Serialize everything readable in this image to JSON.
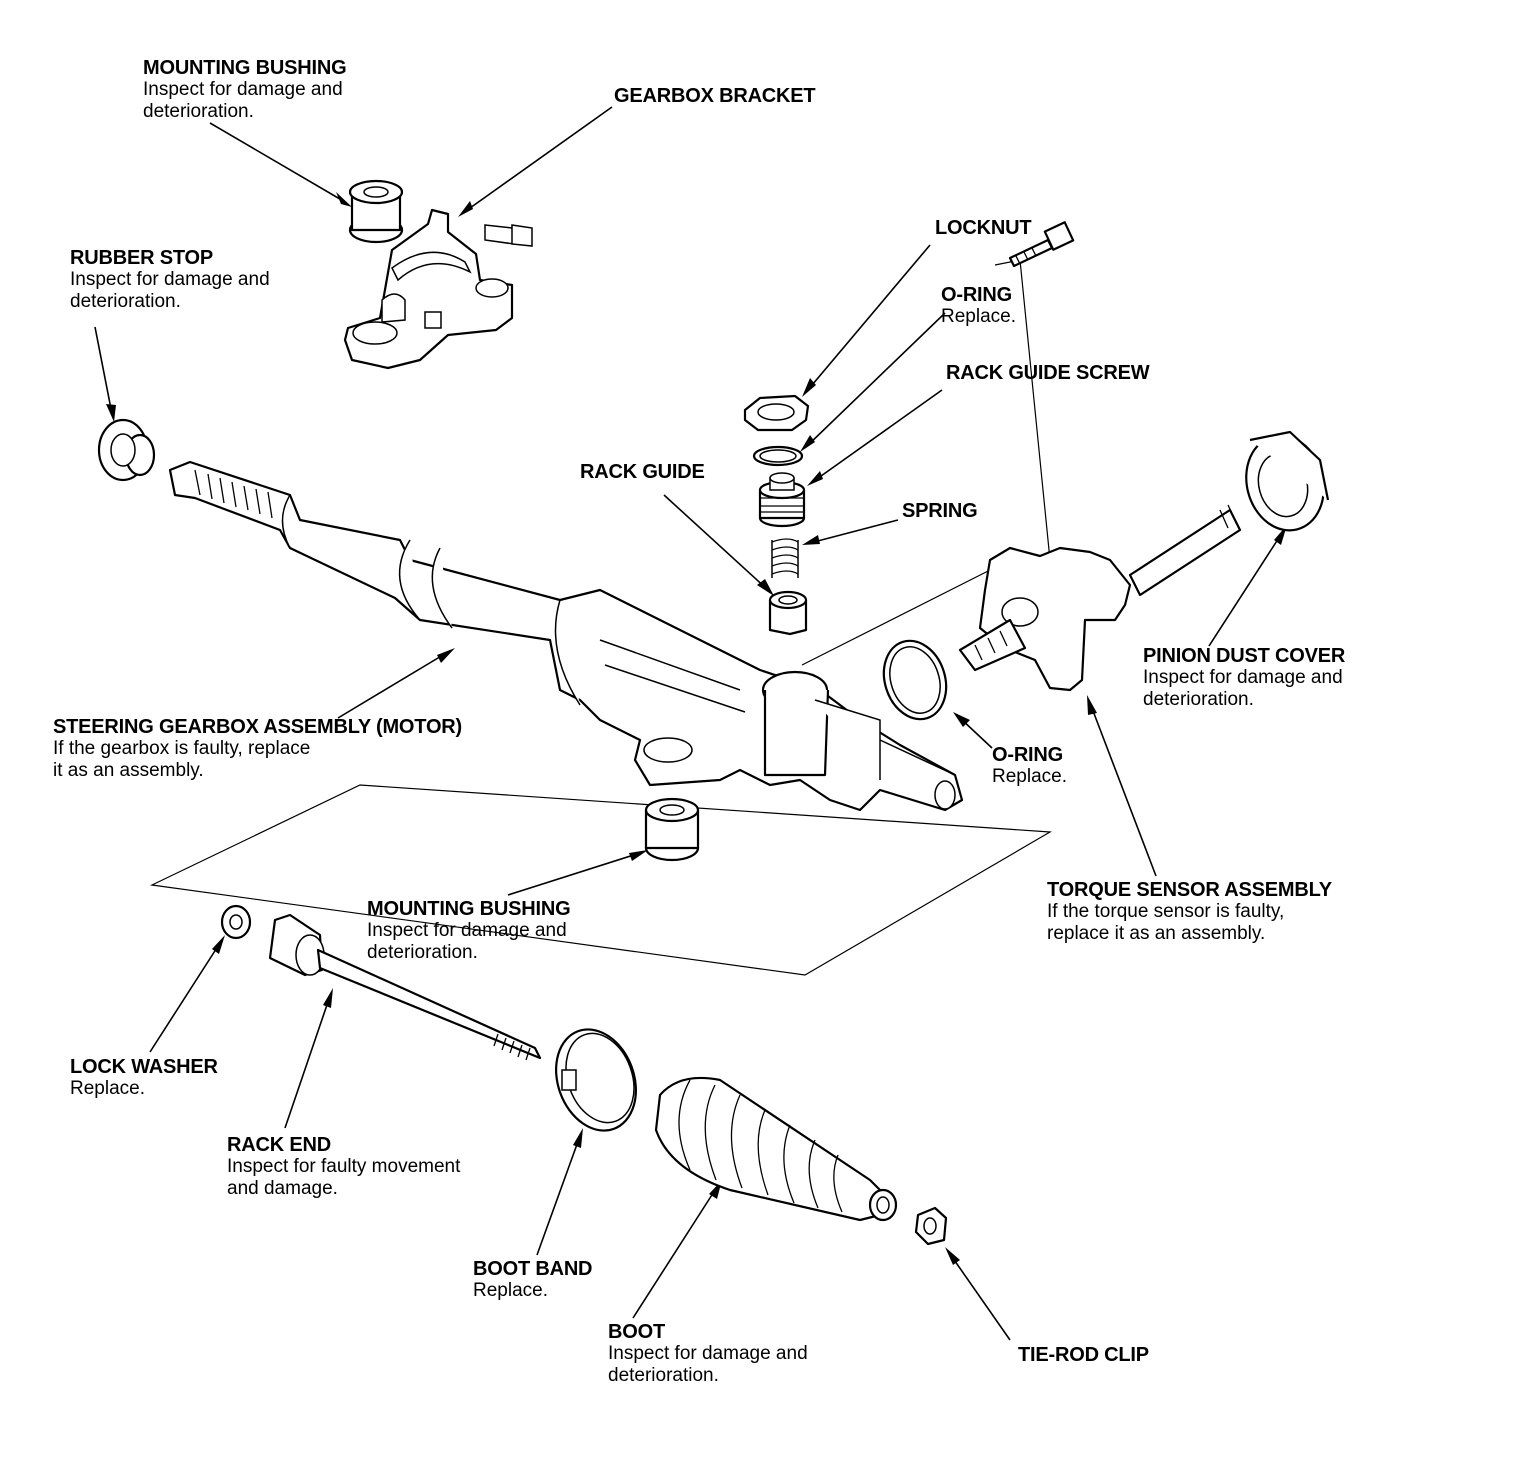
{
  "callouts": {
    "mounting_bushing_top": {
      "name": "MOUNTING BUSHING",
      "note": "Inspect for damage and\ndeterioration."
    },
    "gearbox_bracket": {
      "name": "GEARBOX BRACKET",
      "note": ""
    },
    "rubber_stop": {
      "name": "RUBBER STOP",
      "note": "Inspect for damage and\ndeterioration."
    },
    "locknut": {
      "name": "LOCKNUT",
      "note": ""
    },
    "o_ring_upper": {
      "name": "O-RING",
      "note": "Replace."
    },
    "rack_guide_screw": {
      "name": "RACK GUIDE SCREW",
      "note": ""
    },
    "rack_guide": {
      "name": "RACK GUIDE",
      "note": ""
    },
    "spring": {
      "name": "SPRING",
      "note": ""
    },
    "pinion_dust_cover": {
      "name": "PINION DUST COVER",
      "note": "Inspect for damage and\ndeterioration."
    },
    "steering_gearbox": {
      "name": "STEERING GEARBOX ASSEMBLY (MOTOR)",
      "note": "If the gearbox is faulty, replace\nit as an assembly."
    },
    "o_ring_lower": {
      "name": "O-RING",
      "note": "Replace."
    },
    "torque_sensor": {
      "name": "TORQUE SENSOR ASSEMBLY",
      "note": "If the torque sensor is faulty,\nreplace it as an assembly."
    },
    "mounting_bushing_bottom": {
      "name": "MOUNTING BUSHING",
      "note": "Inspect for damage and\ndeterioration."
    },
    "lock_washer": {
      "name": "LOCK WASHER",
      "note": "Replace."
    },
    "rack_end": {
      "name": "RACK END",
      "note": "Inspect for faulty movement\nand damage."
    },
    "boot_band": {
      "name": "BOOT BAND",
      "note": "Replace."
    },
    "boot": {
      "name": "BOOT",
      "note": "Inspect for damage and\ndeterioration."
    },
    "tie_rod_clip": {
      "name": "TIE-ROD CLIP",
      "note": ""
    }
  }
}
